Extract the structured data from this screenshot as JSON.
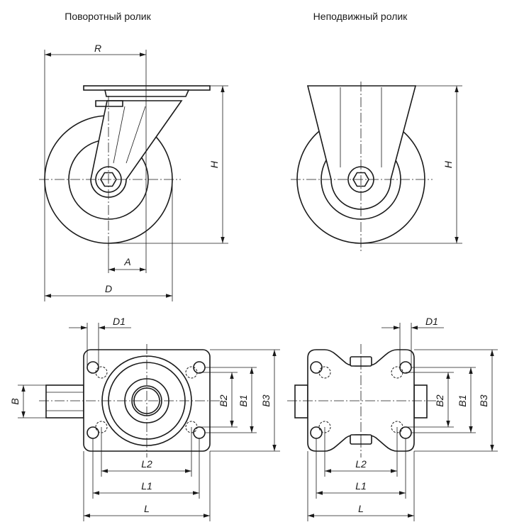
{
  "titles": {
    "swivel": "Поворотный ролик",
    "fixed": "Неподвижный ролик"
  },
  "labels": {
    "R": "R",
    "H": "H",
    "A": "A",
    "D": "D",
    "D1": "D1",
    "B": "B",
    "B1": "B1",
    "B2": "B2",
    "B3": "B3",
    "L": "L",
    "L1": "L1",
    "L2": "L2"
  }
}
